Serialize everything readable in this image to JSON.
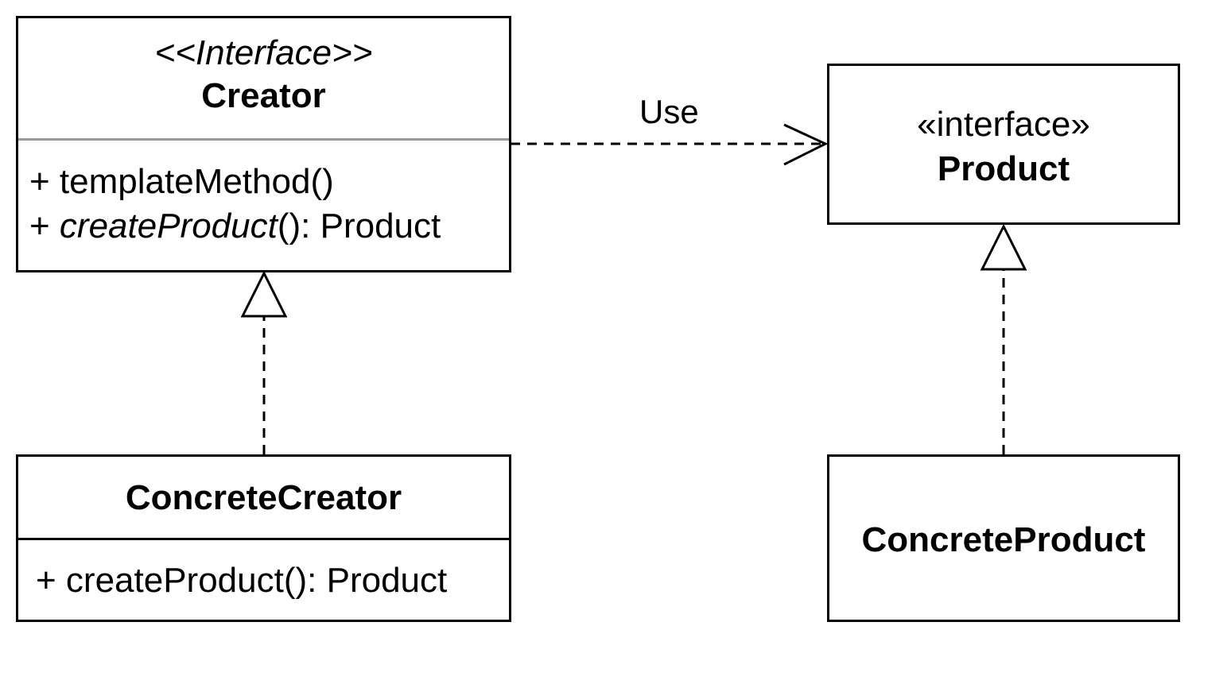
{
  "creator": {
    "stereotype": "<<Interface>>",
    "name": "Creator",
    "methods": [
      {
        "prefix": "+ ",
        "name": "templateMethod",
        "suffix": "()",
        "italic": false
      },
      {
        "prefix": "+ ",
        "name": "createProduct",
        "suffix": "(): Product",
        "italic": true
      }
    ]
  },
  "product": {
    "stereotype": "«interface»",
    "name": "Product"
  },
  "concrete_creator": {
    "name": "ConcreteCreator",
    "methods": [
      {
        "prefix": "+ ",
        "name": "createProduct",
        "suffix": "(): Product",
        "italic": false
      }
    ]
  },
  "concrete_product": {
    "name": "ConcreteProduct"
  },
  "edges": {
    "use_label": "Use"
  },
  "colors": {
    "stroke": "#000000",
    "divider_light": "#999999",
    "background": "#ffffff"
  }
}
